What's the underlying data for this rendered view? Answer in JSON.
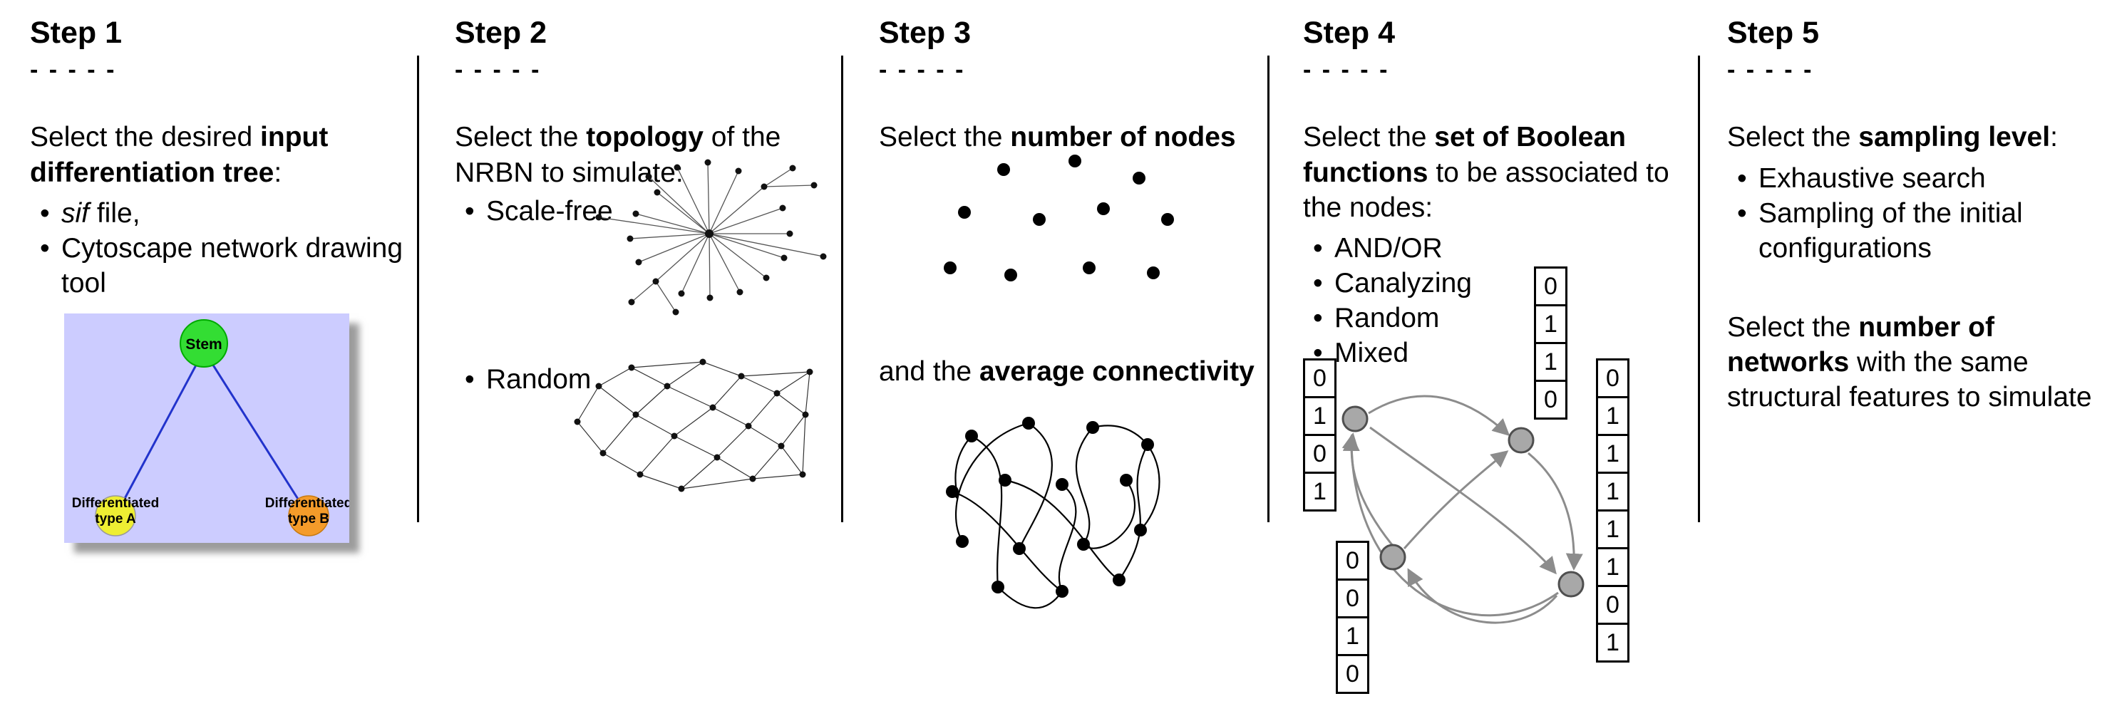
{
  "bullet_char": "•",
  "steps": [
    {
      "title": "Step 1",
      "dashes": "- - - - -",
      "intro": {
        "pre": "Select the desired ",
        "bold": "input differentiation tree",
        "post": ":"
      },
      "bullets": [
        {
          "italic": "sif",
          "text": " file,"
        },
        {
          "text": "Cytoscape network drawing tool"
        }
      ],
      "tree": {
        "stem": "Stem",
        "type_a_line1": "Differentiated",
        "type_a_line2": "type A",
        "type_b_line1": "Differentiated",
        "type_b_line2": "type B",
        "bg_color": "#ccccff",
        "stem_color": "#33dd33",
        "type_a_color": "#eeee33",
        "type_b_color": "#f49b2a",
        "edge_color": "#2233cc"
      }
    },
    {
      "title": "Step 2",
      "dashes": "- - - - -",
      "intro": {
        "pre": "Select the ",
        "bold": "topology",
        "post": " of the NRBN to simulate:"
      },
      "bullets": [
        {
          "text": "Scale-free"
        },
        {
          "text": "Random"
        }
      ]
    },
    {
      "title": "Step 3",
      "dashes": "- - - - -",
      "intro": {
        "pre": "Select the ",
        "bold": "number of nodes",
        "post": ""
      },
      "mid": {
        "pre": "and the ",
        "bold": "average connectivity",
        "post": ""
      }
    },
    {
      "title": "Step 4",
      "dashes": "- - - - -",
      "intro": {
        "pre": "Select the ",
        "bold": "set of Boolean functions",
        "post": " to be associated to the nodes:"
      },
      "bullets": [
        {
          "text": "AND/OR"
        },
        {
          "text": "Canalyzing"
        },
        {
          "text": "Random"
        },
        {
          "text": "Mixed"
        }
      ],
      "truth_tables": {
        "left": [
          "0",
          "1",
          "0",
          "1"
        ],
        "top": [
          "0",
          "1",
          "1",
          "0"
        ],
        "bottom_left": [
          "0",
          "0",
          "1",
          "0"
        ],
        "right": [
          "0",
          "1",
          "1",
          "1",
          "1",
          "1",
          "0",
          "1"
        ]
      }
    },
    {
      "title": "Step 5",
      "dashes": "- - - - -",
      "intro": {
        "pre": "Select the ",
        "bold": "sampling level",
        "post": ":"
      },
      "bullets": [
        {
          "text": "Exhaustive search"
        },
        {
          "text": "Sampling of the initial configurations"
        }
      ],
      "second": {
        "pre": "Select the ",
        "bold": "number of networks",
        "post": " with the same structural features to simulate"
      }
    }
  ]
}
